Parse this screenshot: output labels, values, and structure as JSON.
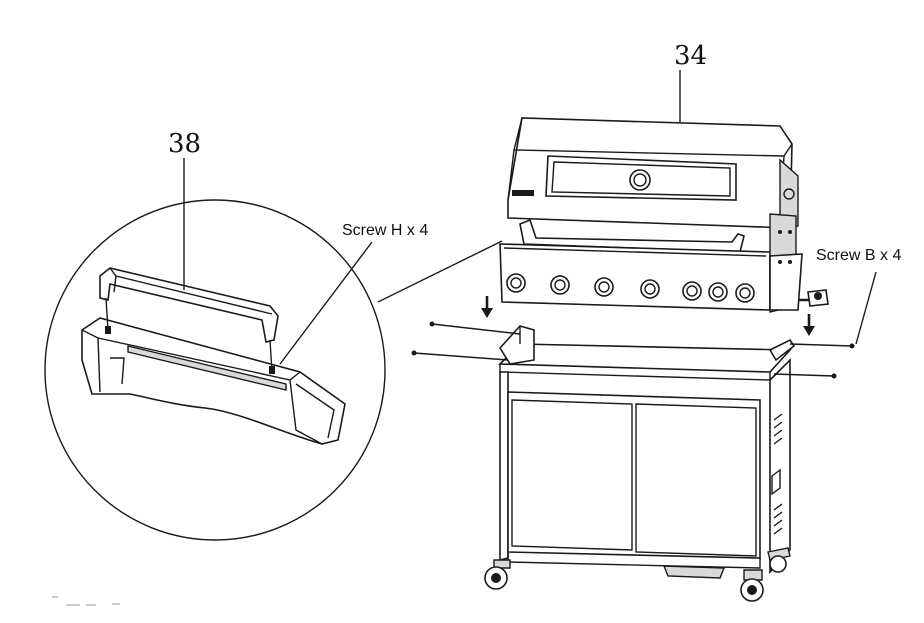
{
  "labels": {
    "part_grill": "34",
    "part_handle": "38",
    "screw_h": "Screw H x 4",
    "screw_b": "Screw B x 4"
  },
  "colors": {
    "line": "#1a1a1a",
    "background": "#ffffff",
    "shade": "#d9d9d9"
  }
}
